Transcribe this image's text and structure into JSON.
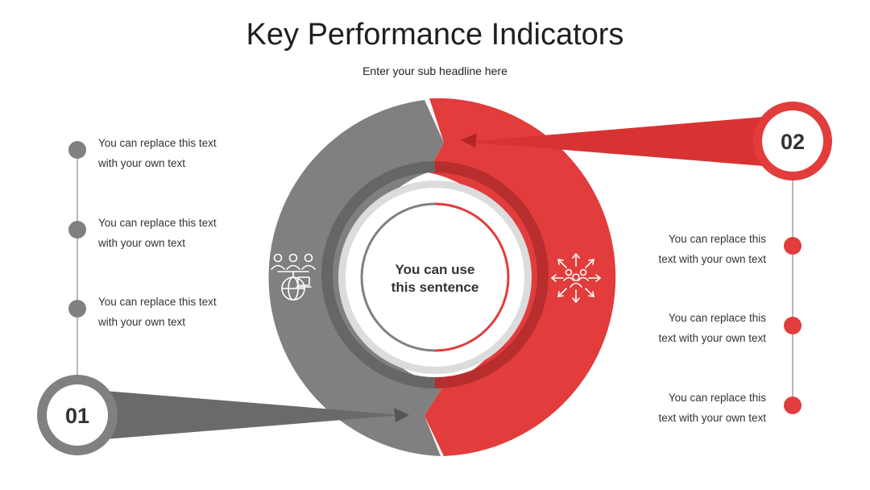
{
  "header": {
    "title": "Key Performance Indicators",
    "subtitle": "Enter your sub headline here"
  },
  "center": {
    "line1": "You can use",
    "line2": "this sentence"
  },
  "left_panel": {
    "badge": "01",
    "items": [
      {
        "line1": "You can replace this text",
        "line2": "with your own text"
      },
      {
        "line1": "You can replace this text",
        "line2": "with your own text"
      },
      {
        "line1": "You can replace this text",
        "line2": "with your own text"
      }
    ]
  },
  "right_panel": {
    "badge": "02",
    "items": [
      {
        "line1": "You can replace this",
        "line2": "text with your own text"
      },
      {
        "line1": "You can replace this",
        "line2": "text with your own text"
      },
      {
        "line1": "You can replace this",
        "line2": "text with your own text"
      }
    ]
  },
  "icons": {
    "left": "team-globe-icon",
    "right": "team-expand-icon"
  },
  "colors": {
    "red": "#E23C3C",
    "gray": "#808080",
    "dark_text": "#333333"
  }
}
